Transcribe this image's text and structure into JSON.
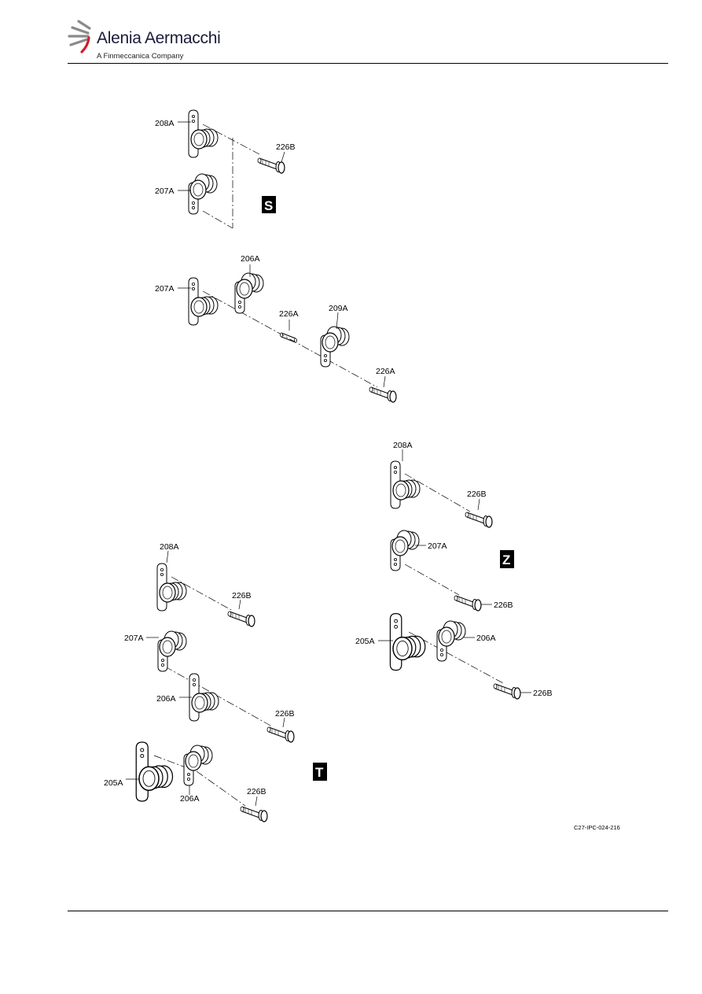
{
  "header": {
    "brand": "Alenia Aermacchi",
    "subtitle": "A Finmeccanica Company",
    "accent_color": "#d0202a",
    "logo_icon": "swoosh-logo-icon"
  },
  "figure": {
    "views": [
      "S",
      "T",
      "Z"
    ],
    "labels": {
      "s1": "208A",
      "s2": "226B",
      "s3": "207A",
      "m1": "206A",
      "m2": "207A",
      "m3": "226A",
      "m4": "209A",
      "m5": "226A",
      "t1": "208A",
      "t2": "226B",
      "t3": "207A",
      "t4": "206A",
      "t5": "226B",
      "t6": "205A",
      "t7": "206A",
      "t8": "226B",
      "z1": "208A",
      "z2": "226B",
      "z3": "207A",
      "z4": "226B",
      "z5": "205A",
      "z6": "206A",
      "z7": "226B"
    },
    "figure_ref": "C27-IPC-024-216"
  }
}
